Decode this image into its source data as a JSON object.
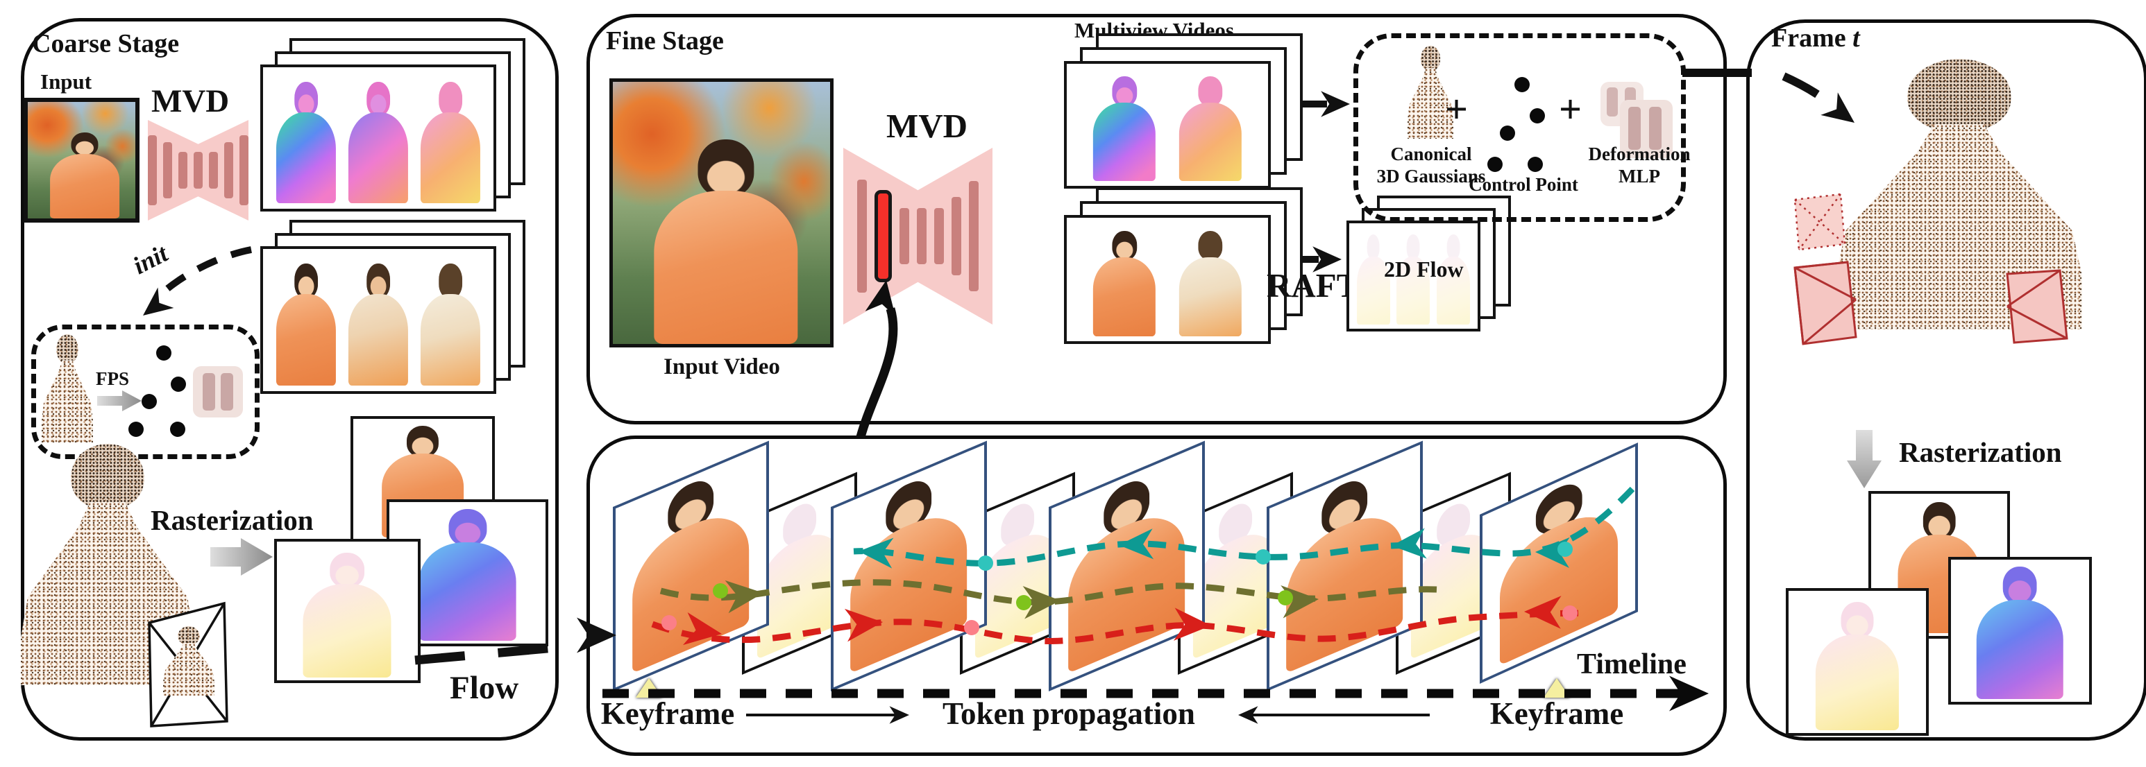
{
  "figure": {
    "kind": "two-stage 4D generation pipeline diagram",
    "colors": {
      "panel_border": "#0c0c0c",
      "mvd_body_pink": "#f7cbc9",
      "mvd_bar_rose": "#c9807d",
      "highlight_red_bar": "#f5302a",
      "keyframe_frame_blue": "#34517e",
      "flow_frame_black": "#121212",
      "teal_track": "#0e9a93",
      "olive_track": "#6e7030",
      "red_track": "#d81f1a",
      "green_dot": "#7fc31c",
      "teal_dot": "#2fc4bc",
      "pink_dot": "#fb7f88",
      "keyframe_marker_yellow": "#f5efa0"
    }
  },
  "coarse": {
    "title": "Coarse Stage",
    "input_label": "Input",
    "mvd_label": "MVD",
    "init_label": "init",
    "fps_label": "FPS",
    "rasterization_label": "Rasterization",
    "flow_label": "Flow"
  },
  "fine": {
    "title": "Fine Stage",
    "input_video_label": "Input Video",
    "mvd_label": "MVD",
    "multiview_label": "Multiview Videos",
    "raft_label": "RAFT",
    "flow2d_label": "2D Flow",
    "gaussians": {
      "canonical_line1": "Canonical",
      "canonical_line2": "3D Gaussians",
      "plus": "+",
      "control_point": "Control Point",
      "deformation_line1": "Deformation",
      "deformation_line2": "MLP"
    }
  },
  "timeline": {
    "keyframe_left": "Keyframe",
    "token_propagation": "Token propagation",
    "keyframe_right": "Keyframe",
    "timeline_label": "Timeline"
  },
  "frame_t": {
    "title_prefix": "Frame ",
    "title_var": "t",
    "rasterization_label": "Rasterization"
  }
}
